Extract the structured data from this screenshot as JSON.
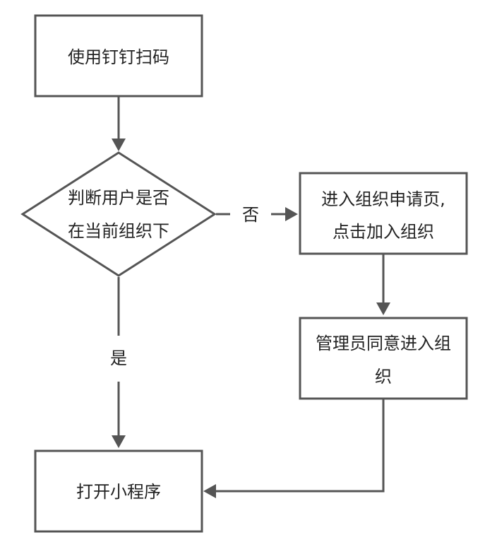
{
  "diagram": {
    "colors": {
      "stroke": "#555555",
      "fill": "#ffffff",
      "text": "#222222"
    },
    "nodes": {
      "scan": {
        "label": "使用钉钉扫码"
      },
      "check": {
        "line1": "判断用户是否",
        "line2": "在当前组织下"
      },
      "apply": {
        "line1": "进入组织申请页,",
        "line2": "点击加入组织"
      },
      "approve": {
        "line1": "管理员同意进入组",
        "line2": "织"
      },
      "open": {
        "label": "打开小程序"
      }
    },
    "edges": {
      "no_label": "否",
      "yes_label": "是"
    }
  }
}
